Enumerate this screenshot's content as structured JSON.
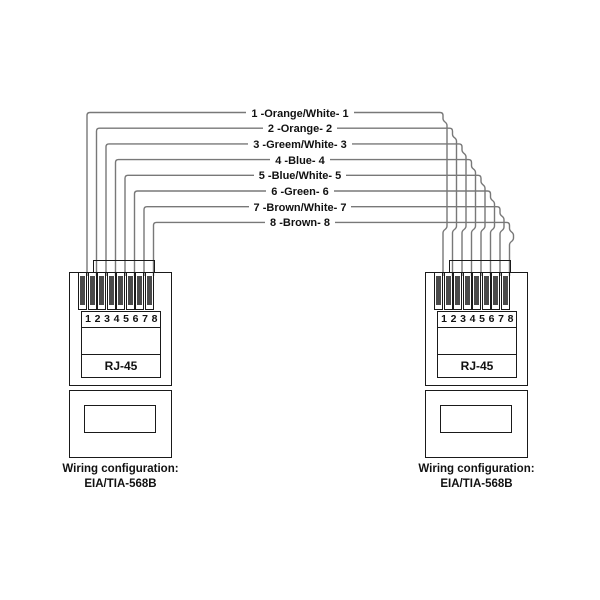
{
  "wires": {
    "labels": [
      "1 -Orange/White- 1",
      "2 -Orange- 2",
      "3 -Greem/White- 3",
      "4 -Blue- 4",
      "5 -Blue/White- 5",
      "6 -Green- 6",
      "7 -Brown/White- 7",
      "8 -Brown- 8"
    ]
  },
  "connectors": {
    "left": {
      "label": "RJ-45",
      "pins": [
        "1",
        "2",
        "3",
        "4",
        "5",
        "6",
        "7",
        "8"
      ],
      "caption_line1": "Wiring configuration:",
      "caption_line2": "EIA/TIA-568B"
    },
    "right": {
      "label": "RJ-45",
      "pins": [
        "1",
        "2",
        "3",
        "4",
        "5",
        "6",
        "7",
        "8"
      ],
      "caption_line1": "Wiring configuration:",
      "caption_line2": "EIA/TIA-568B"
    }
  },
  "colors": {
    "background": "#ffffff",
    "outline": "#1a1a1a",
    "pin_fill": "#4a4a4a",
    "wire": "#787878",
    "text": "#111111"
  }
}
